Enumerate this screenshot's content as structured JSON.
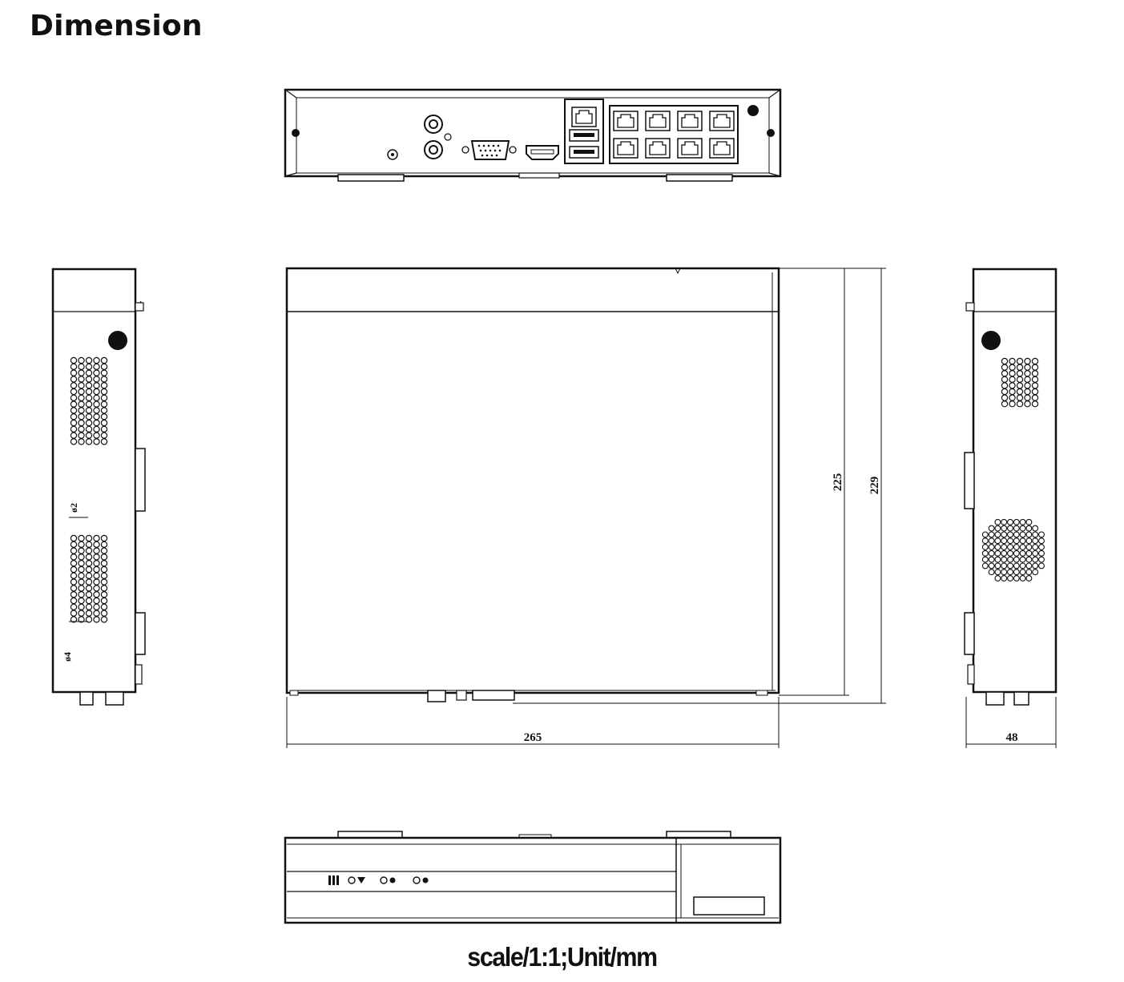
{
  "title": "Dimension",
  "caption": "scale/1:1;Unit/mm",
  "dimensions": {
    "width": "265",
    "depth_inner": "225",
    "depth_outer": "229",
    "height": "48"
  },
  "side_labels": {
    "upper": "ø2",
    "lower": "ø4"
  }
}
